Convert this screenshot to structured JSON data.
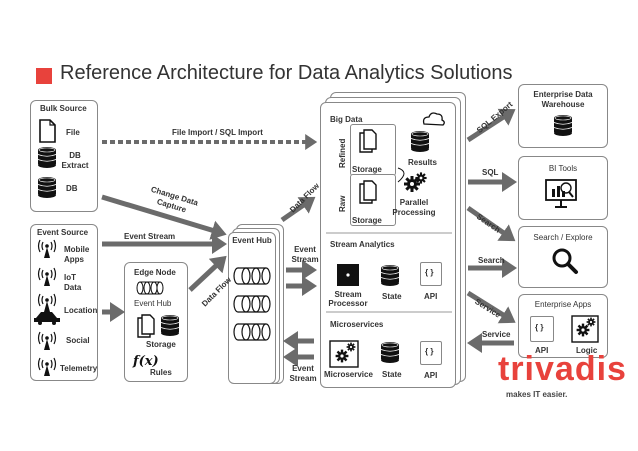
{
  "title": "Reference Architecture for Data Analytics Solutions",
  "bulk_source": {
    "heading": "Bulk Source",
    "items": [
      "File",
      "DB Extract",
      "DB"
    ]
  },
  "event_source": {
    "heading": "Event Source",
    "items": [
      "Mobile Apps",
      "IoT Data",
      "Location",
      "Social",
      "Telemetry"
    ]
  },
  "edge_node": {
    "heading": "Edge Node",
    "event_hub": "Event Hub",
    "storage": "Storage",
    "rules": "Rules"
  },
  "event_hub": {
    "heading": "Event Hub"
  },
  "big_data": {
    "heading": "Big Data",
    "refined": "Refined",
    "raw": "Raw",
    "storage": "Storage",
    "results": "Results",
    "parallel_processing": "Parallel Processing"
  },
  "stream_analytics": {
    "heading": "Stream Analytics",
    "stream_processor": "Stream Processor",
    "state": "State",
    "api": "API"
  },
  "microservices": {
    "heading": "Microservices",
    "microservice": "Microservice",
    "state": "State",
    "api": "API"
  },
  "targets": {
    "edw": "Enterprise Data Warehouse",
    "bi": "BI Tools",
    "search": "Search / Explore",
    "apps": "Enterprise Apps",
    "apps_api": "API",
    "apps_logic": "Logic"
  },
  "flows": {
    "file_import": "File Import / SQL Import",
    "change_capture": "Change Data Capture",
    "event_stream": "Event  Stream",
    "data_flow_edge": "Data Flow",
    "data_flow_hub": "Data Flow",
    "event_stream_in": "Event Stream",
    "event_stream_out": "Event Stream",
    "sql_export": "SQL Export",
    "sql": "SQL",
    "search_diag": "Search",
    "search": "Search",
    "service_diag": "Service",
    "service": "Service"
  },
  "brand": {
    "name": "trivadis",
    "tagline": "makes IT easier."
  },
  "icons": [
    "file-icon",
    "database-icon",
    "antenna-icon",
    "car-icon",
    "gear-icon",
    "cloud-icon",
    "magnifier-icon",
    "chart-monitor-icon",
    "function-icon"
  ],
  "colors": {
    "accent": "#e8423c",
    "arrow": "#6b6b6b",
    "border": "#888888"
  }
}
